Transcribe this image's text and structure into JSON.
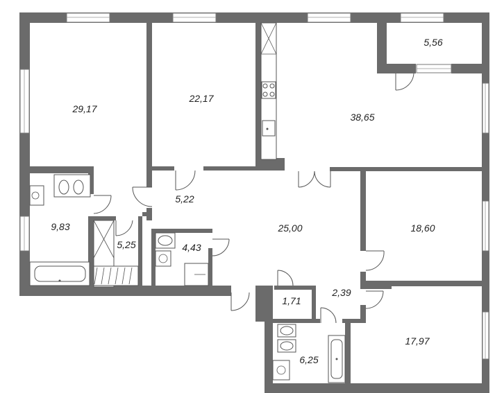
{
  "floor_plan": {
    "rooms": [
      {
        "id": "room-1",
        "area": "29,17"
      },
      {
        "id": "room-2",
        "area": "22,17"
      },
      {
        "id": "room-3",
        "area": "38,65"
      },
      {
        "id": "room-4",
        "area": "5,56"
      },
      {
        "id": "room-5",
        "area": "5,22"
      },
      {
        "id": "room-6",
        "area": "9,83"
      },
      {
        "id": "room-7",
        "area": "5,25"
      },
      {
        "id": "room-8",
        "area": "4,43"
      },
      {
        "id": "room-9",
        "area": "25,00"
      },
      {
        "id": "room-10",
        "area": "18,60"
      },
      {
        "id": "room-11",
        "area": "1,71"
      },
      {
        "id": "room-12",
        "area": "2,39"
      },
      {
        "id": "room-13",
        "area": "17,97"
      },
      {
        "id": "room-14",
        "area": "6,25"
      }
    ],
    "colors": {
      "wall": "#6b6b6b",
      "background": "#ffffff",
      "line": "#555555"
    }
  }
}
